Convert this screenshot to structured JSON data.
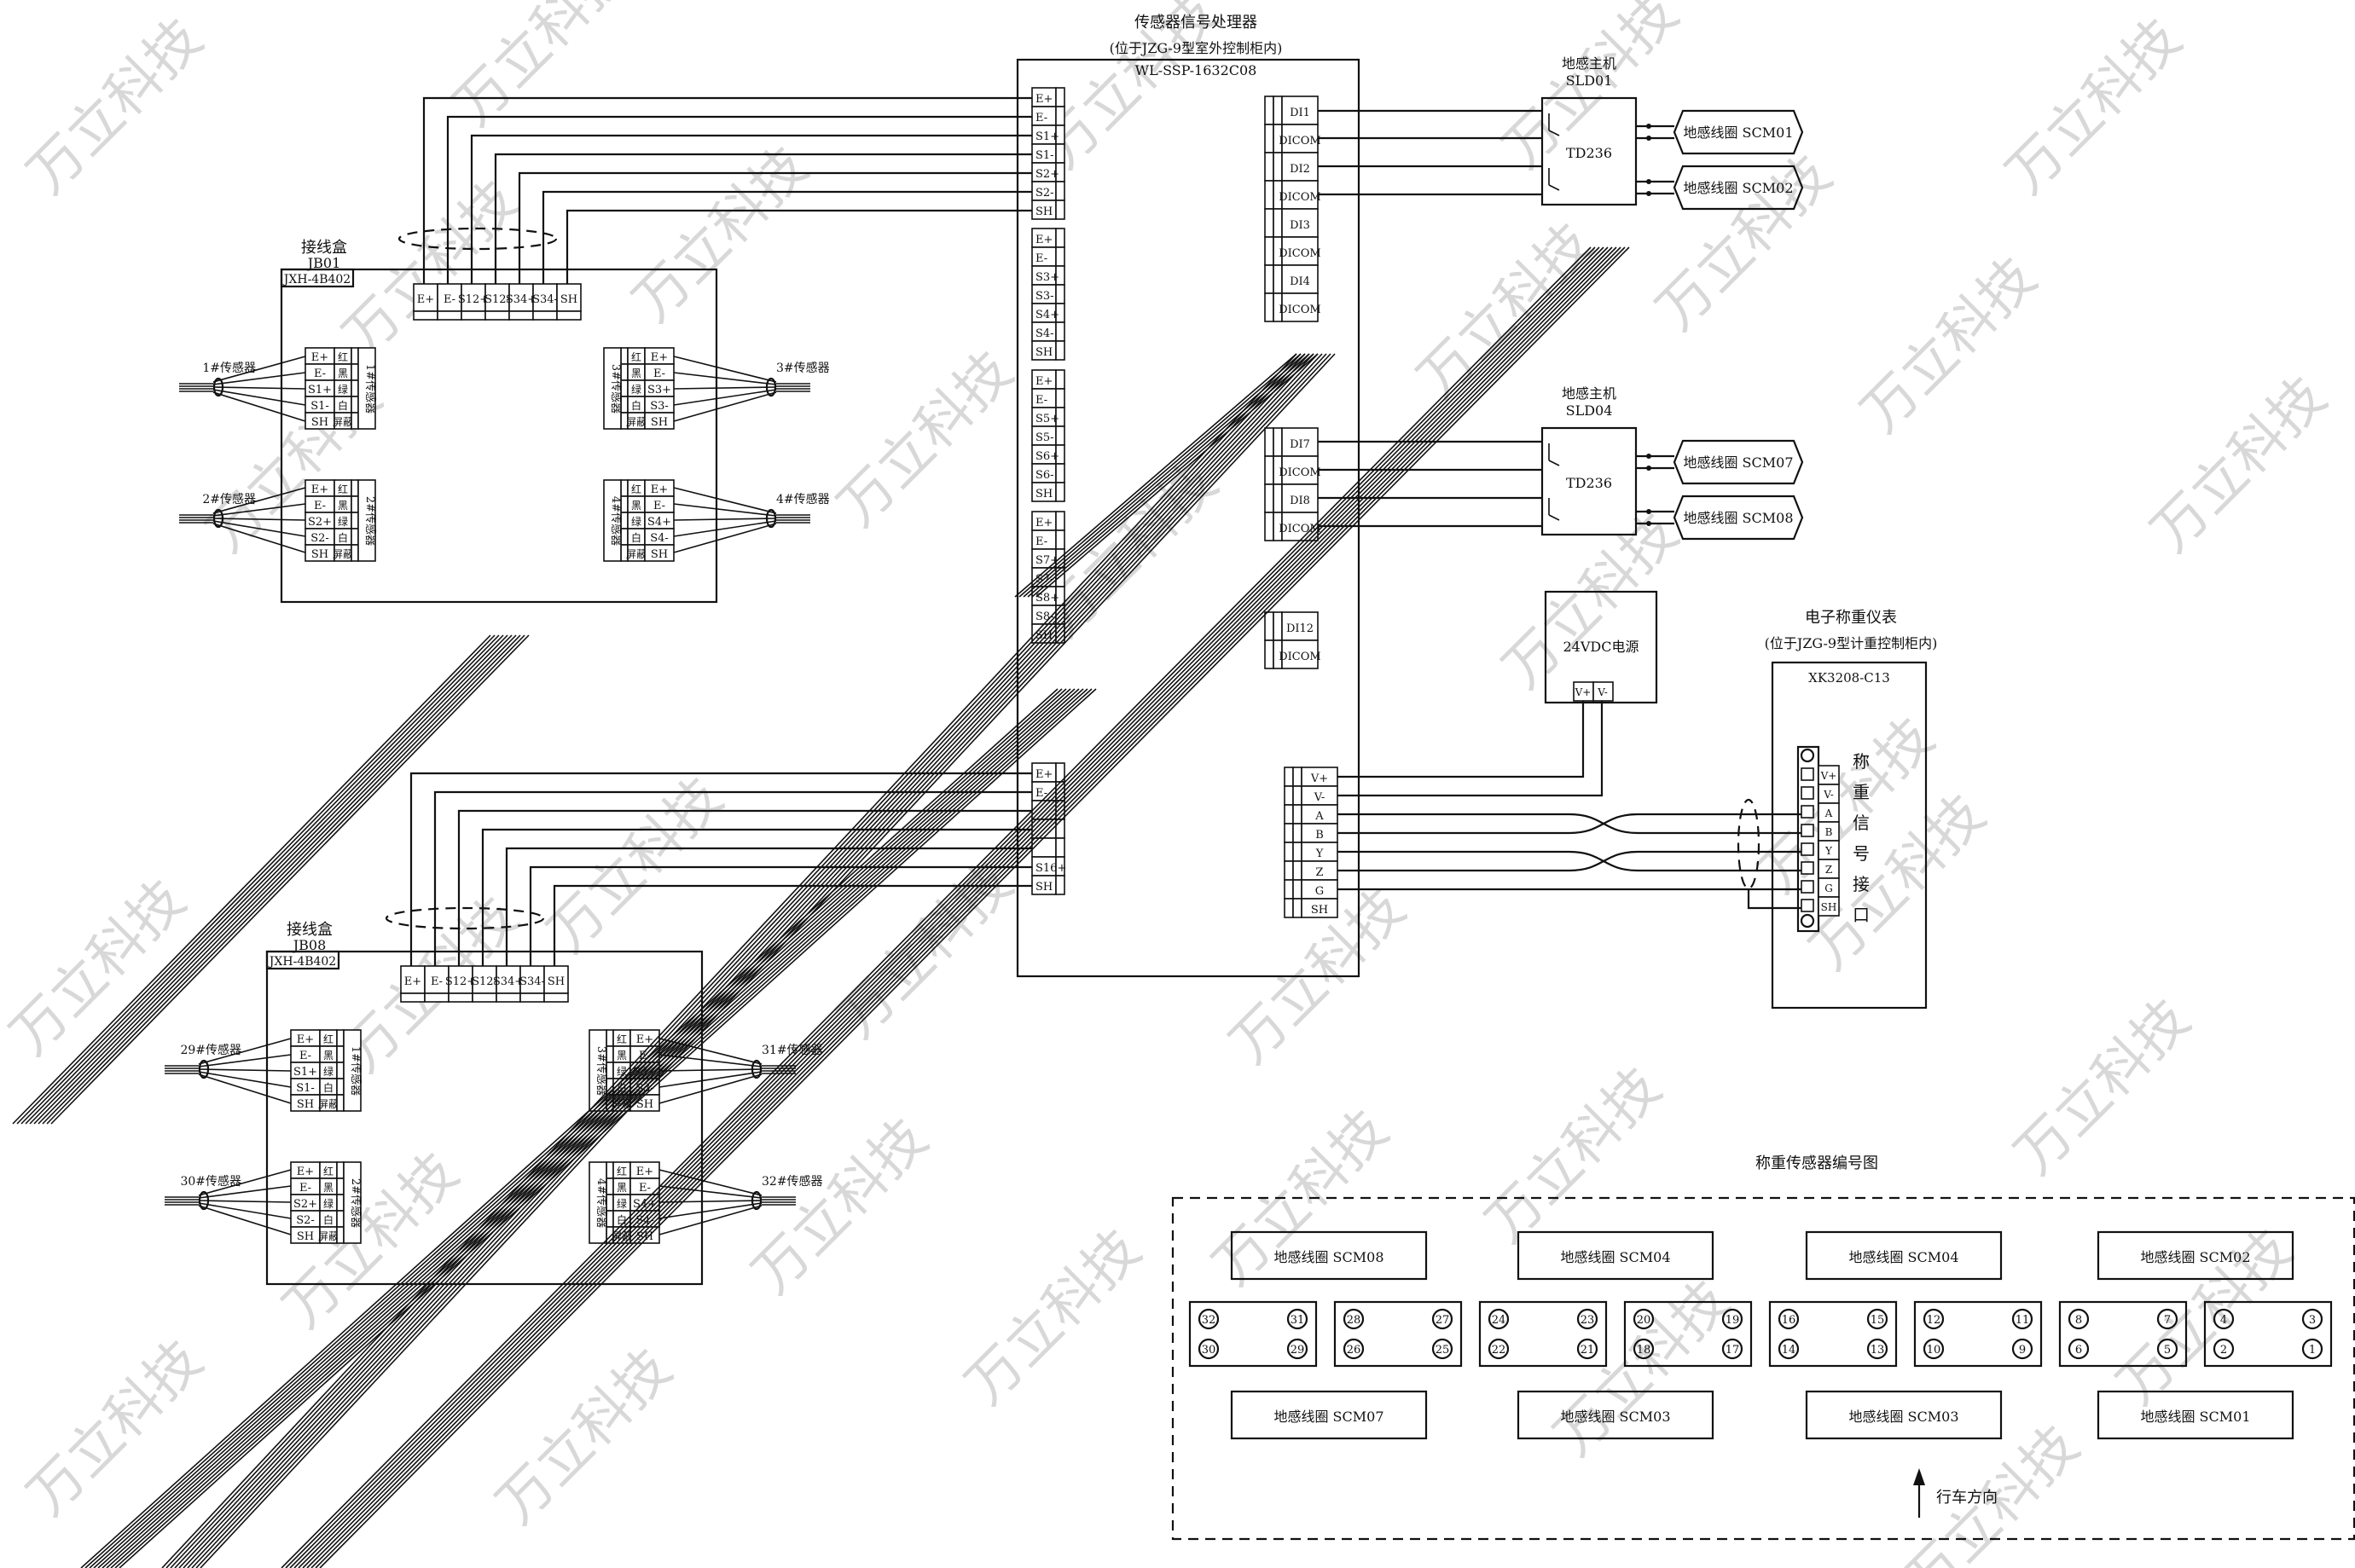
{
  "watermark": "万立科技",
  "processor": {
    "title": "传感器信号处理器",
    "location": "(位于JZG-9型室外控制柜内)",
    "model": "WL-SSP-1632C08",
    "group1": [
      "E+",
      "E-",
      "S1+",
      "S1-",
      "S2+",
      "S2-",
      "SH"
    ],
    "group2": [
      "E+",
      "E-",
      "S3+",
      "S3-",
      "S4+",
      "S4-",
      "SH"
    ],
    "group3": [
      "E+",
      "E-",
      "S5+",
      "S5-",
      "S6+",
      "S6-",
      "SH"
    ],
    "group4": [
      "E+",
      "E-",
      "S7+",
      "S7-",
      "S8+",
      "S8-",
      "SH"
    ],
    "group8": [
      "E+",
      "E-",
      "",
      "",
      "",
      "S16+",
      "SH"
    ],
    "di_top": [
      "DI1",
      "DICOM",
      "DI2",
      "DICOM",
      "DI3",
      "DICOM",
      "DI4",
      "DICOM"
    ],
    "di_mid": [
      "DI7",
      "DICOM",
      "DI8",
      "DICOM"
    ],
    "di_low": [
      "DI12",
      "DICOM"
    ],
    "power_comm": [
      "V+",
      "V-",
      "A",
      "B",
      "Y",
      "Z",
      "G",
      "SH"
    ]
  },
  "hosts": [
    {
      "title": "地感主机",
      "id": "SLD01",
      "model": "TD236",
      "coils": [
        "地感线圈  SCM01",
        "地感线圈  SCM02"
      ]
    },
    {
      "title": "地感主机",
      "id": "SLD04",
      "model": "TD236",
      "coils": [
        "地感线圈  SCM07",
        "地感线圈  SCM08"
      ]
    }
  ],
  "psu": {
    "label": "24VDC电源",
    "terminals": [
      "V+",
      "V-"
    ]
  },
  "indicator": {
    "title": "电子称重仪表",
    "location": "(位于JZG-9型计重控制柜内)",
    "model": "XK3208-C13",
    "terminals": [
      "V+",
      "V-",
      "A",
      "B",
      "Y",
      "Z",
      "G",
      "SH"
    ],
    "side_label": [
      "称",
      "重",
      "信",
      "号",
      "接",
      "口"
    ]
  },
  "junction_boxes": [
    {
      "title": "接线盒",
      "id": "JB01",
      "model": "JXH-4B402",
      "bus": [
        "E+",
        "E-",
        "S12+",
        "S12-",
        "S34+",
        "S34-",
        "SH"
      ],
      "sensors": {
        "tl": "1#传感器",
        "bl": "2#传感器",
        "tr": "3#传感器",
        "br": "4#传感器"
      },
      "left_terms_top": [
        "E+",
        "E-",
        "S1+",
        "S1-",
        "SH"
      ],
      "left_terms_bot": [
        "E+",
        "E-",
        "S2+",
        "S2-",
        "SH"
      ],
      "right_terms_top": [
        "E+",
        "E-",
        "S3+",
        "S3-",
        "SH"
      ],
      "right_terms_bot": [
        "E+",
        "E-",
        "S4+",
        "S4-",
        "SH"
      ],
      "colors": [
        "红",
        "黑",
        "绿",
        "白",
        "屏蔽"
      ],
      "module_labels": {
        "tl": "1#传感器",
        "bl": "2#传感器",
        "tr": "3#传感器",
        "br": "4#传感器"
      }
    },
    {
      "title": "接线盒",
      "id": "JB08",
      "model": "JXH-4B402",
      "bus": [
        "E+",
        "E-",
        "S12+",
        "S12-",
        "S34+",
        "S34-",
        "SH"
      ],
      "sensors": {
        "tl": "29#传感器",
        "bl": "30#传感器",
        "tr": "31#传感器",
        "br": "32#传感器"
      },
      "left_terms_top": [
        "E+",
        "E-",
        "S1+",
        "S1-",
        "SH"
      ],
      "left_terms_bot": [
        "E+",
        "E-",
        "S2+",
        "S2-",
        "SH"
      ],
      "right_terms_top": [
        "E+",
        "E-",
        "S3+",
        "S3-",
        "SH"
      ],
      "right_terms_bot": [
        "E+",
        "E-",
        "S4+",
        "S4-",
        "SH"
      ],
      "colors": [
        "红",
        "黑",
        "绿",
        "白",
        "屏蔽"
      ],
      "module_labels": {
        "tl": "1#传感器",
        "bl": "2#传感器",
        "tr": "3#传感器",
        "br": "4#传感器"
      }
    }
  ],
  "layout_map": {
    "title": "称重传感器编号图",
    "top_coils": [
      "地感线圈  SCM08",
      "地感线圈  SCM04",
      "地感线圈  SCM04",
      "地感线圈  SCM02"
    ],
    "bottom_coils": [
      "地感线圈  SCM07",
      "地感线圈  SCM03",
      "地感线圈  SCM03",
      "地感线圈  SCM01"
    ],
    "plates": [
      [
        "32",
        "31",
        "30",
        "29"
      ],
      [
        "28",
        "27",
        "26",
        "25"
      ],
      [
        "24",
        "23",
        "22",
        "21"
      ],
      [
        "20",
        "19",
        "18",
        "17"
      ],
      [
        "16",
        "15",
        "14",
        "13"
      ],
      [
        "12",
        "11",
        "10",
        "9"
      ],
      [
        "8",
        "7",
        "6",
        "5"
      ],
      [
        "4",
        "3",
        "2",
        "1"
      ]
    ],
    "direction": "行车方向"
  }
}
